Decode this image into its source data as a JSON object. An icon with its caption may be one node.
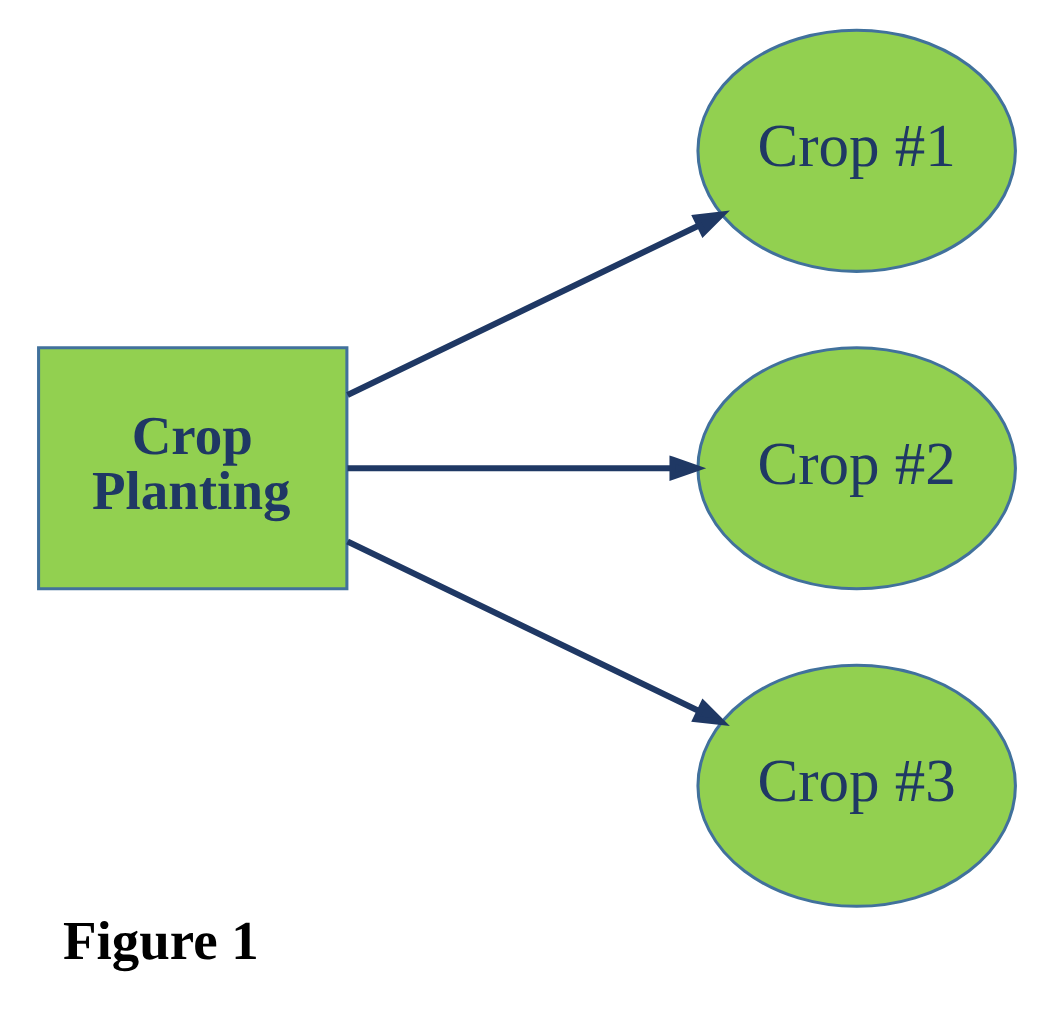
{
  "diagram": {
    "caption": "Figure 1",
    "nodes": [
      {
        "text": [
          "Crop Planting"
        ]
      },
      {
        "text": [
          "Crop #1"
        ]
      },
      {
        "text": [
          "Crop #2"
        ]
      },
      {
        "text": [
          "Crop #3"
        ]
      }
    ],
    "edges": [
      {
        "from": 0,
        "to": 1,
        "arrow": "to"
      },
      {
        "from": 0,
        "to": 2,
        "arrow": "to"
      },
      {
        "from": 0,
        "to": 3,
        "arrow": "to"
      }
    ]
  }
}
